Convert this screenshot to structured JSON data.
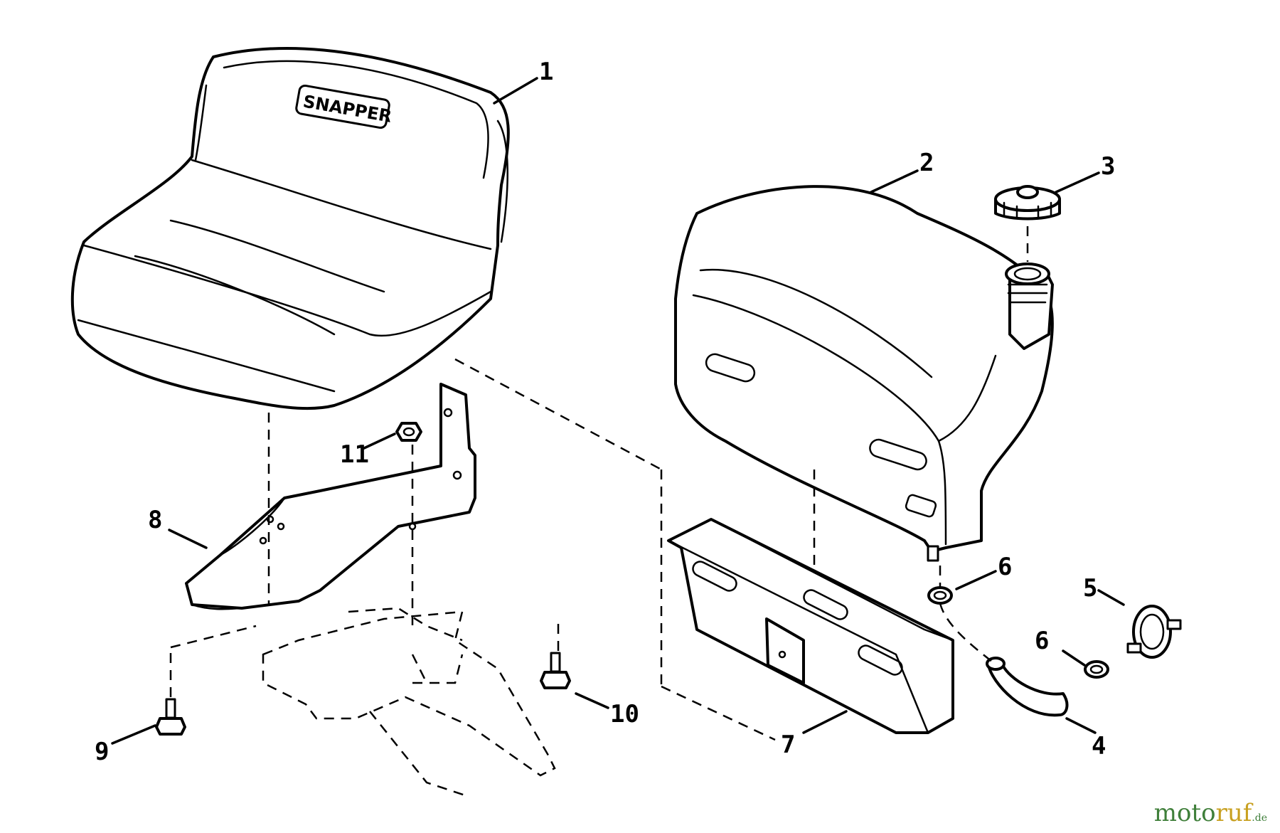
{
  "diagram": {
    "seat_logo": "SNAPPER",
    "callouts": [
      {
        "id": "1",
        "part": "seat"
      },
      {
        "id": "2",
        "part": "fuel-tank"
      },
      {
        "id": "3",
        "part": "fuel-cap"
      },
      {
        "id": "4",
        "part": "fuel-line"
      },
      {
        "id": "5",
        "part": "fuel-filter"
      },
      {
        "id": "6",
        "part": "hose-clamp"
      },
      {
        "id": "6",
        "part": "hose-clamp"
      },
      {
        "id": "7",
        "part": "tank-bracket"
      },
      {
        "id": "8",
        "part": "seat-bracket"
      },
      {
        "id": "9",
        "part": "bolt"
      },
      {
        "id": "10",
        "part": "bolt"
      },
      {
        "id": "11",
        "part": "nut"
      }
    ]
  },
  "watermark": {
    "part1": "moto",
    "part2": "ruf",
    "part3": ".de"
  }
}
